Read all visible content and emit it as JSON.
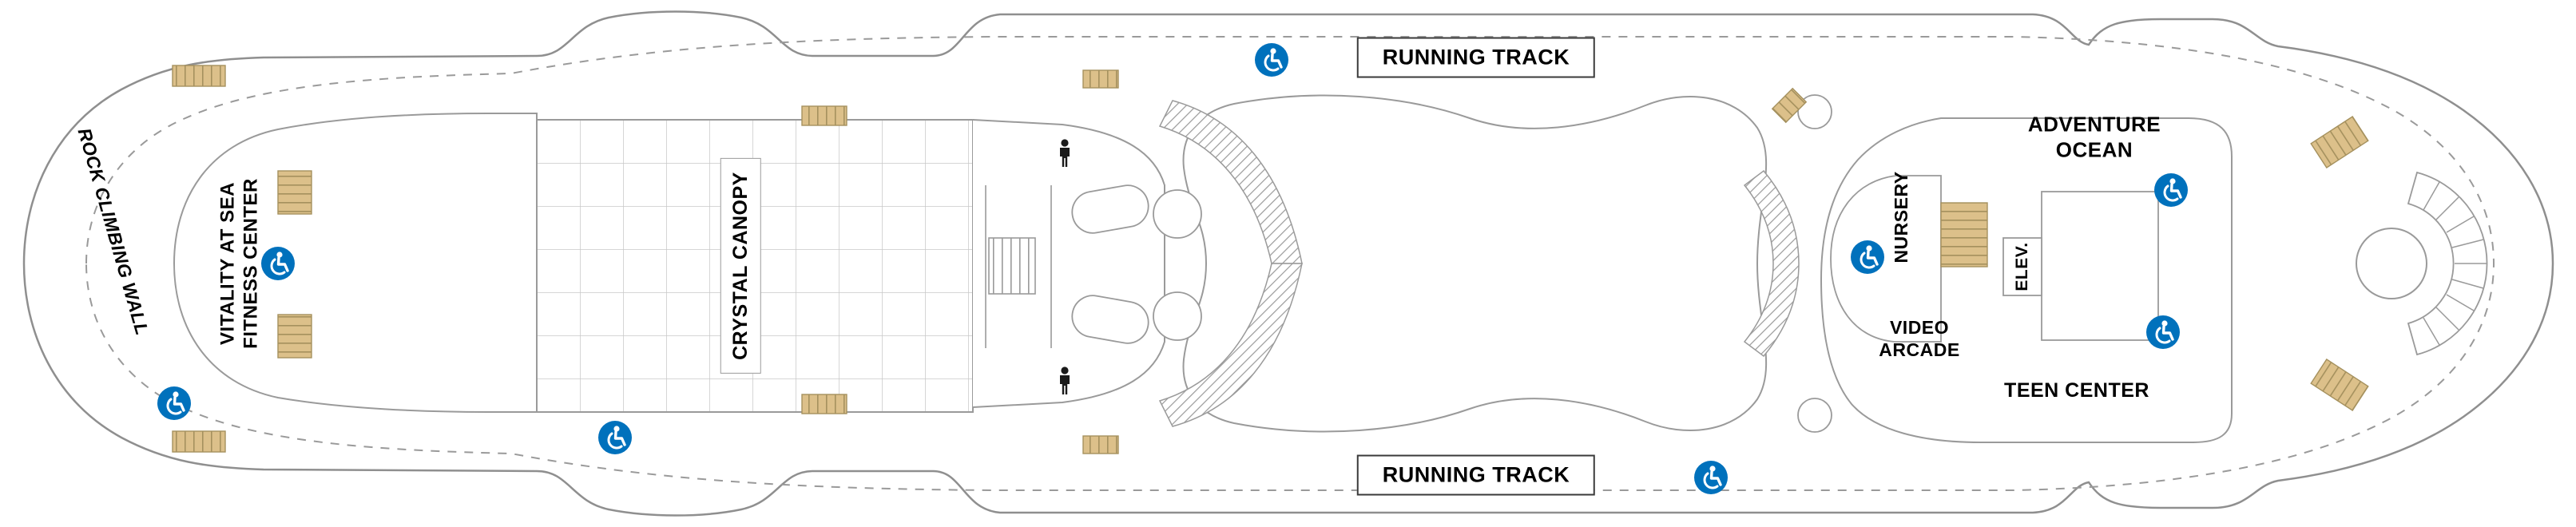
{
  "page": {
    "type": "cruise-ship-deck-plan"
  },
  "labels": {
    "rock_climbing_wall": "ROCK CLIMBING WALL",
    "vitality_line1": "VITALITY AT SEA",
    "vitality_line2": "FITNESS CENTER",
    "crystal_canopy": "CRYSTAL CANOPY",
    "running_track_top": "RUNNING TRACK",
    "running_track_bottom": "RUNNING TRACK",
    "nursery": "NURSERY",
    "video_arcade_line1": "VIDEO",
    "video_arcade_line2": "ARCADE",
    "adventure_ocean_line1": "ADVENTURE",
    "adventure_ocean_line2": "OCEAN",
    "elevator": "ELEV.",
    "teen_center": "TEEN CENTER"
  },
  "icons": {
    "accessible": "wheelchair-accessible-icon",
    "restroom_person": "person-icon",
    "stairs": "stairs-icon"
  },
  "colors": {
    "outline_gray": "#8f8f8f",
    "grid_gray": "#c8c8c8",
    "stairs_tan": "#dcc08a",
    "stairs_edge": "#a5915e",
    "accessible_blue": "#0071bc",
    "label_black": "#000000",
    "background": "#ffffff"
  }
}
